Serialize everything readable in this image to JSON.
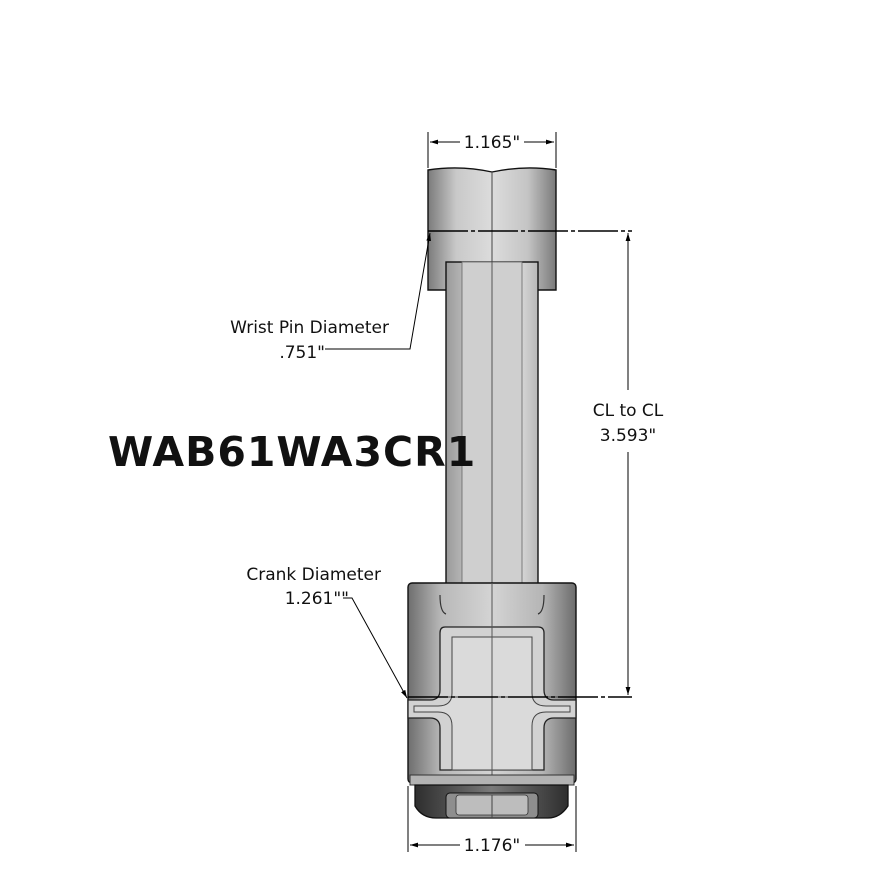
{
  "part_number": "WAB61WA3CR1",
  "dimensions": {
    "top_width": "1.165\"",
    "bottom_width": "1.176\"",
    "wrist_pin_label": "Wrist Pin Diameter",
    "wrist_pin_value": ".751\"",
    "cl_label": "CL to CL",
    "cl_value": "3.593\"",
    "crank_label": "Crank Diameter",
    "crank_value": "1.261\"\""
  }
}
